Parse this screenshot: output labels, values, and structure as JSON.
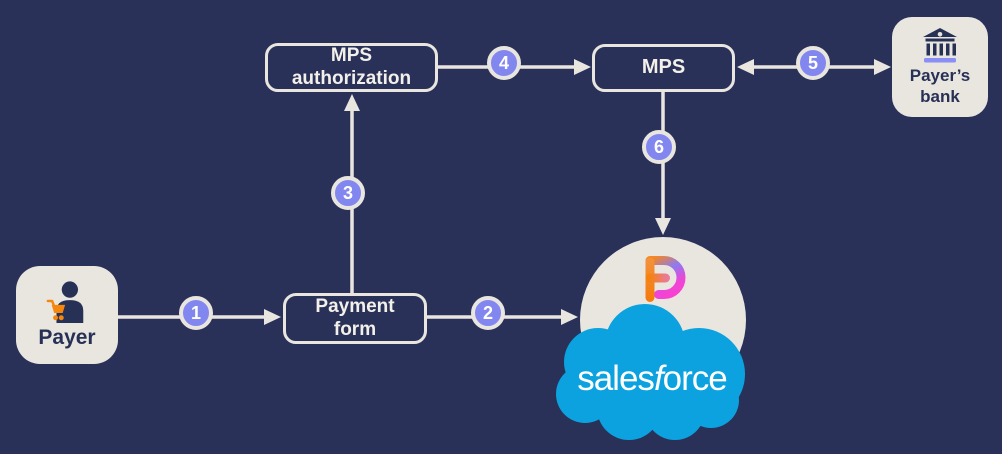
{
  "theme": {
    "bg": "#2a3158",
    "cream": "#e9e6e0",
    "line": "#e9e6e0",
    "navy": "#273156",
    "badge": "#8287ef",
    "badge-text": "#ffffff",
    "label-light": "#f3f0ea",
    "sf-blue": "#0ca2df",
    "cart-orange": "#f5870f",
    "bank-base": "#8a8ff5"
  },
  "logo_gradient": {
    "orange": "#f6861f",
    "violet": "#8d7bf0",
    "pink": "#fa41cf"
  },
  "nodes": {
    "payer": {
      "label": "Payer"
    },
    "payment_form": {
      "line1": "Payment",
      "line2": "form"
    },
    "mps_authorization": {
      "line1": "MPS",
      "line2": "authorization"
    },
    "mps": {
      "label": "MPS"
    },
    "payers_bank": {
      "line1": "Payer’s",
      "line2": "bank"
    },
    "salesforce": {
      "wordmark_part1": "sales",
      "wordmark_part2": "f",
      "wordmark_part3": "orce"
    }
  },
  "steps": [
    {
      "number": "1"
    },
    {
      "number": "2"
    },
    {
      "number": "3"
    },
    {
      "number": "4"
    },
    {
      "number": "5"
    },
    {
      "number": "6"
    }
  ],
  "icons": {
    "payer": "person-with-cart-icon",
    "payers_bank": "bank-icon",
    "salesforce": "salesforce-cloud-logo",
    "payment_platform": "gradient-p-logo"
  }
}
